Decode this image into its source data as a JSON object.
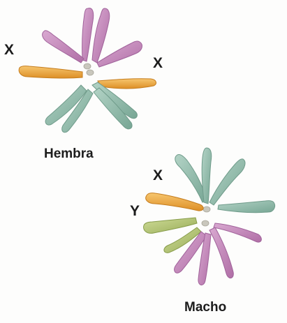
{
  "female": {
    "caption": "Hembra",
    "x_left": "X",
    "x_right": "X"
  },
  "male": {
    "caption": "Macho",
    "x_label": "X",
    "y_label": "Y"
  },
  "colors": {
    "purple": "#c07fb6",
    "purple_light": "#dcb0d4",
    "orange": "#e9a13a",
    "orange_light": "#f6cd84",
    "teal": "#86b3a2",
    "teal_light": "#b9d7cb",
    "olive": "#a9ba6a",
    "olive_light": "#cfdb9c",
    "centromere": "#c9c7bd"
  }
}
